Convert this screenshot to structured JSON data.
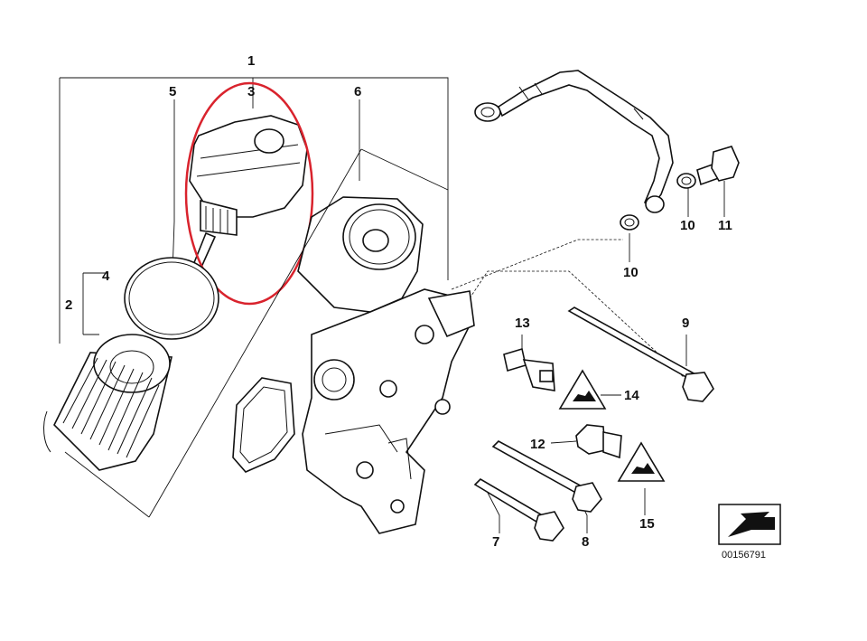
{
  "callouts": {
    "n1": "1",
    "n2": "2",
    "n3": "3",
    "n4": "4",
    "n5": "5",
    "n6": "6",
    "n7": "7",
    "n8": "8",
    "n9": "9",
    "n10a": "10",
    "n10b": "10",
    "n11": "11",
    "n12": "12",
    "n13": "13",
    "n14": "14",
    "n15": "15"
  },
  "reference_number": "00156791",
  "highlight_color": "#d9232d",
  "icons": {
    "warning": "caution-triangle-icon",
    "navigation": "arrow-icon"
  }
}
